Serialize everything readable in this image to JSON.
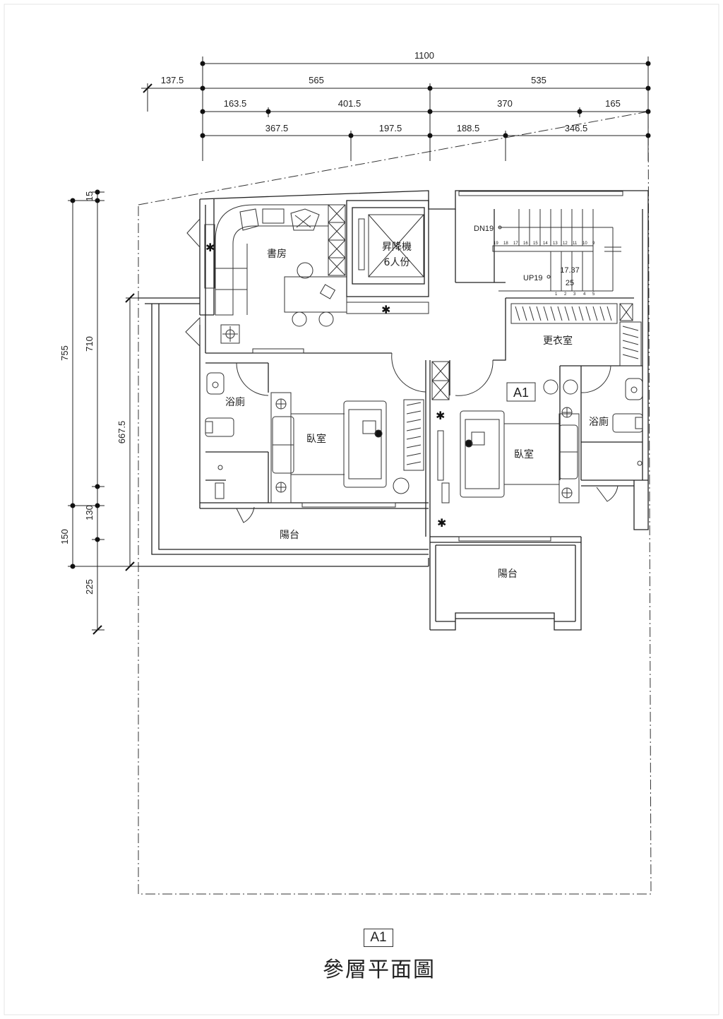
{
  "drawing": {
    "caption_badge": "A1",
    "caption_title": "參層平面圖",
    "unit_tag": "A1",
    "rooms": {
      "study": "書房",
      "elevator": "昇降機",
      "elevator_capacity": "6人份",
      "walk_in_closet": "更衣室",
      "bath_left": "浴廁",
      "bath_right": "浴廁",
      "bedroom_left": "臥室",
      "bedroom_right": "臥室",
      "balcony_left": "陽台",
      "balcony_right": "陽台"
    },
    "stairs": {
      "down": "DN19",
      "up": "UP19",
      "riser": "17.37",
      "tread": "25",
      "up_steps": [
        "1",
        "2",
        "3",
        "4",
        "5"
      ],
      "down_steps": [
        "19",
        "18",
        "17",
        "16",
        "15",
        "14",
        "13",
        "12",
        "11",
        "10",
        "9"
      ]
    },
    "dims_top": {
      "overall": "1100",
      "row2": [
        "137.5",
        "565",
        "535"
      ],
      "row3": [
        "163.5",
        "401.5",
        "370",
        "165"
      ],
      "row4": [
        "367.5",
        "197.5",
        "188.5",
        "346.5"
      ]
    },
    "dims_left": {
      "col1": [
        "755",
        "150",
        "225"
      ],
      "col2": [
        "15",
        "710",
        "130"
      ],
      "col3": [
        "667.5"
      ]
    }
  }
}
